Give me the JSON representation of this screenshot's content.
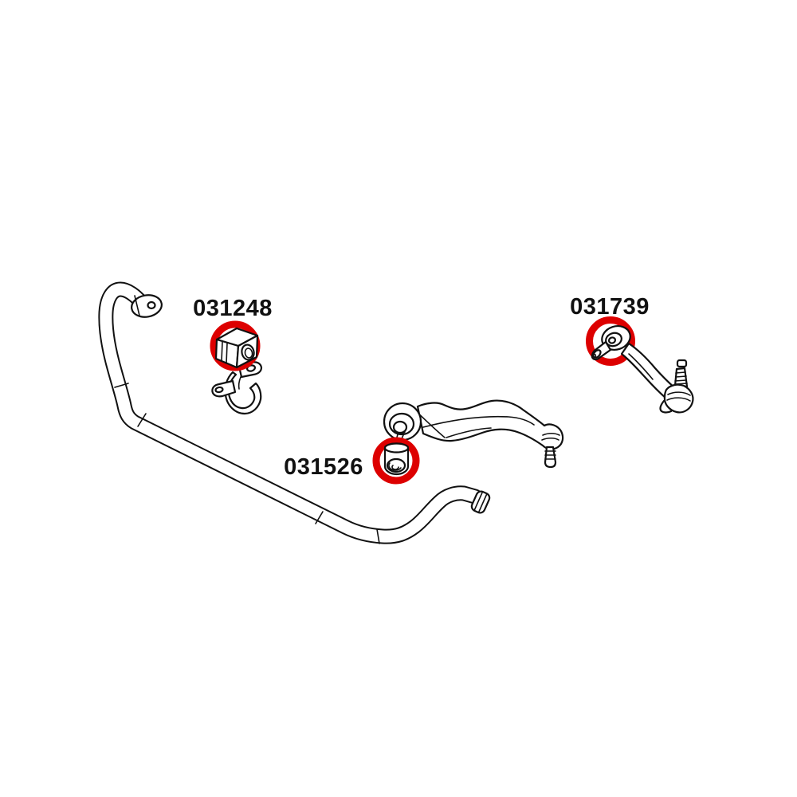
{
  "diagram": {
    "labels": [
      {
        "text": "031248"
      },
      {
        "text": "031526"
      },
      {
        "text": "031739"
      }
    ],
    "colors": {
      "background": "#ffffff",
      "line": "#111111",
      "highlight": "#dd0000"
    }
  }
}
